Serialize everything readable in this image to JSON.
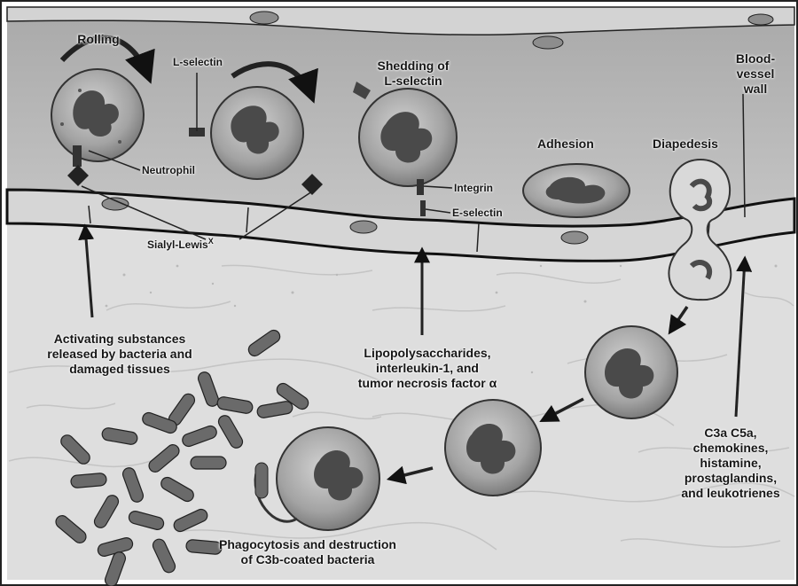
{
  "labels": {
    "rolling": "Rolling",
    "l_selectin": "L-selectin",
    "shedding": "Shedding of\nL-selectin",
    "blood_vessel_wall": "Blood-\nvessel\nwall",
    "neutrophil": "Neutrophil",
    "adhesion": "Adhesion",
    "diapedesis": "Diapedesis",
    "integrin": "Integrin",
    "e_selectin": "E-selectin",
    "sialyl_lewis": "Sialyl-Lewis",
    "sialyl_lewis_sup": "X",
    "activating_substances": "Activating substances\nreleased by bacteria and\ndamaged tissues",
    "lipopolysaccharides": "Lipopolysaccharides,\ninterleukin-1, and\ntumor necrosis factor α",
    "chemoattractants": "C3a  C5a,\nchemokines,\nhistamine,\nprostaglandins,\nand leukotrienes",
    "phagocytosis": "Phagocytosis and destruction\nof C3b-coated bacteria"
  },
  "colors": {
    "vessel_lumen": "#b9b9b9",
    "vessel_wall": "#111111",
    "tissue": "#dcdcdc",
    "cell_fill": "#a6a6a6",
    "nucleus": "#3f3f3f",
    "bacteria": "#6a6a6a"
  }
}
